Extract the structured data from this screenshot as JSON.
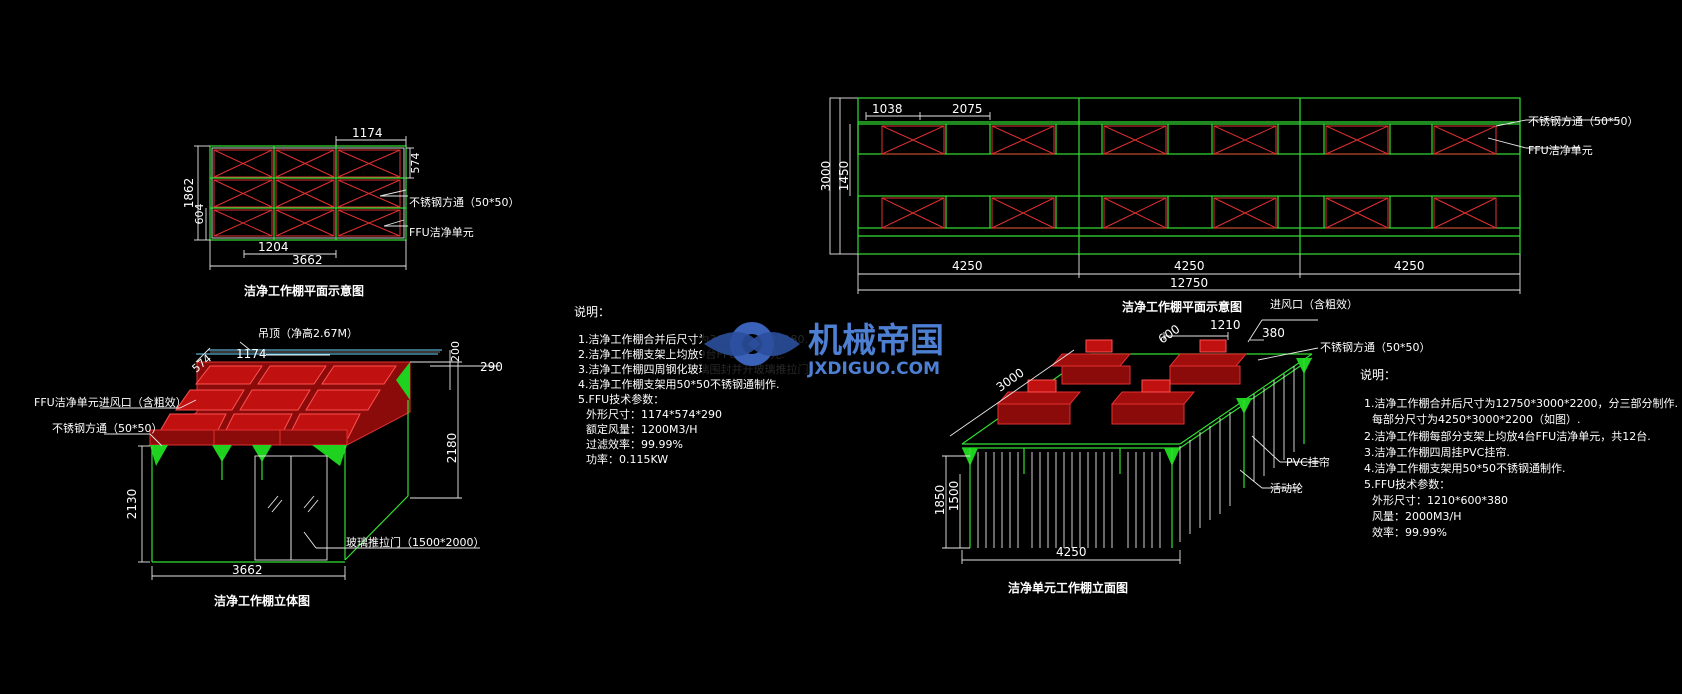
{
  "top_left": {
    "title": "洁净工作棚平面示意图",
    "dims": {
      "w1174": "1174",
      "h1862": "1862",
      "h574": "574",
      "h604": "604",
      "w1204": "1204",
      "w3662": "3662"
    },
    "labels": {
      "tube": "不锈钢方通（50*50）",
      "ffu": "FFU洁净单元"
    }
  },
  "bottom_left": {
    "title": "洁净工作棚立体图",
    "dims": {
      "w574": "574",
      "w1174": "1174",
      "h200": "200",
      "h290": "290",
      "h2180": "2180",
      "h2130": "2130",
      "w3662": "3662"
    },
    "labels": {
      "ceiling": "吊顶（净高2.67M）",
      "inlet": "FFU洁净单元进风口（含粗效）",
      "tube": "不锈钢方通（50*50）",
      "door": "玻璃推拉门（1500*2000）"
    }
  },
  "notes_left": {
    "heading": "说明：",
    "lines": [
      "1.洁净工作棚合并后尺寸为3662*1862*2180.",
      "2.洁净工作棚支架上均放9台FFU洁净单元.",
      "3.洁净工作棚四周钢化玻璃围封并开玻璃推拉门.",
      "4.洁净工作棚支架用50*50不锈钢通制作.",
      "5.FFU技术参数：",
      "外形尺寸：1174*574*290",
      "额定风量：1200M3/H",
      "过滤效率：99.99%",
      "功率：0.115KW"
    ]
  },
  "watermark": {
    "cn": "机械帝国",
    "en": "JXDIGUO.COM"
  },
  "top_right": {
    "title": "洁净工作棚平面示意图",
    "dims": {
      "w1038": "1038",
      "w2075": "2075",
      "h3000": "3000",
      "h1450": "1450",
      "w4250a": "4250",
      "w4250b": "4250",
      "w4250c": "4250",
      "w12750": "12750"
    },
    "labels": {
      "tube": "不锈钢方通（50*50）",
      "ffu": "FFU洁净单元"
    }
  },
  "bottom_right": {
    "title": "洁净单元工作棚立面图",
    "dims": {
      "w1210": "1210",
      "w600": "600",
      "w380": "380",
      "w3000": "3000",
      "h1850": "1850",
      "h1500": "1500",
      "w4250": "4250"
    },
    "labels": {
      "inlet": "进风口（含粗效）",
      "tube": "不锈钢方通（50*50）",
      "pvc": "PVC挂帘",
      "wheel": "活动轮"
    }
  },
  "notes_right": {
    "heading": "说明：",
    "lines": [
      "1.洁净工作棚合并后尺寸为12750*3000*2200，分三部分制作.",
      "每部分尺寸为4250*3000*2200（如图）.",
      "2.洁净工作棚每部分支架上均放4台FFU洁净单元，共12台.",
      "3.洁净工作棚四周挂PVC挂帘.",
      "4.洁净工作棚支架用50*50不锈钢通制作.",
      "5.FFU技术参数：",
      "外形尺寸：1210*600*380",
      "风量：2000M3/H",
      "效率：99.99%"
    ]
  },
  "colors": {
    "background": "#000000",
    "frame": "#33e033",
    "filter": "#e23030",
    "dimension": "#e8e8e8",
    "watermark": "#4d7fd3"
  }
}
